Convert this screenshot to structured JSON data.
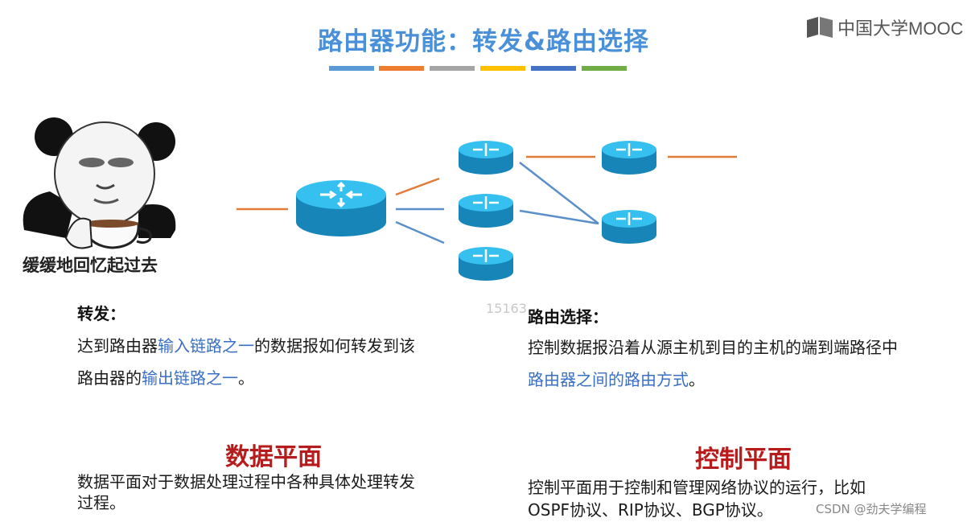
{
  "title": "路由器功能：转发&路由选择",
  "color_bars": [
    "#5b9bd5",
    "#ed7d31",
    "#a5a5a5",
    "#ffc000",
    "#4472c4",
    "#70ad47"
  ],
  "brand": {
    "name": "中国大学MOOC"
  },
  "meme": {
    "caption": "缓缓地回忆起过去"
  },
  "forwarding": {
    "label": "转发：",
    "line1_pre": "达到路由器",
    "line1_hl": "输入链路之一",
    "line1_post": "的数据报如何转发到该",
    "line2_pre": "路由器的",
    "line2_hl": "输出链路之一",
    "line2_post": "。"
  },
  "routing": {
    "label": "路由选择：",
    "line1": "控制数据报沿着从源主机到目的主机的端到端路径中",
    "line2_hl": "路由器之间的路由方式",
    "line2_post": "。"
  },
  "data_plane": {
    "title": "数据平面",
    "line1": "数据平面对于数据处理过程中各种具体处理转发",
    "line2": "过程。"
  },
  "control_plane": {
    "title": "控制平面",
    "line1": "控制平面用于控制和管理网络协议的运行，比如",
    "line2": "OSPF协议、RIP协议、BGP协议。"
  },
  "watermark_number": "15163",
  "csdn_watermark": "CSDN @劲夫学编程",
  "colors": {
    "router": "#29b6e6",
    "router_dark": "#1785b8",
    "link_orange": "#e07b39",
    "link_blue": "#5b8fc9"
  }
}
